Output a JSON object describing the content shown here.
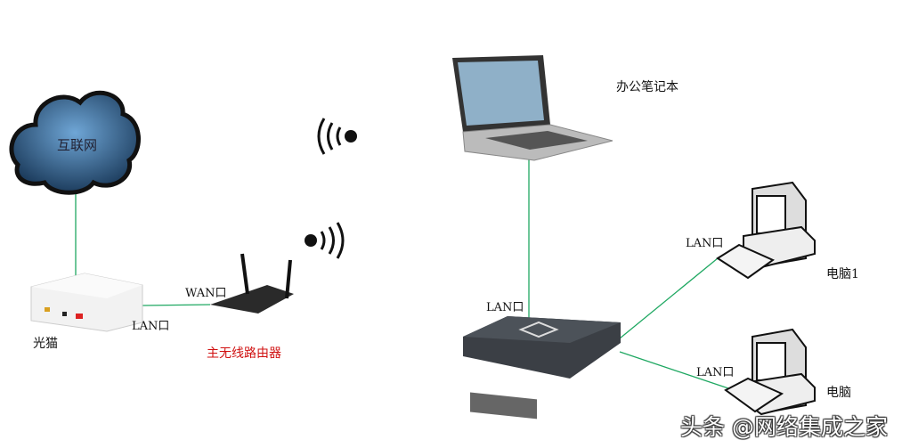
{
  "nodes": {
    "internet": "互联网",
    "modem": "光猫",
    "router": "主无线路由器",
    "laptop": "办公笔记本",
    "pc1": "电脑1",
    "pc2": "电脑"
  },
  "ports": {
    "modem_lan": "LAN口",
    "router_wan": "WAN口",
    "switch_lan": "LAN口",
    "pc1_lan": "LAN口",
    "pc2_lan": "LAN口"
  },
  "colors": {
    "link": "#1fa862",
    "router_label": "#d01010"
  },
  "watermark": "头条 @网络集成之家"
}
